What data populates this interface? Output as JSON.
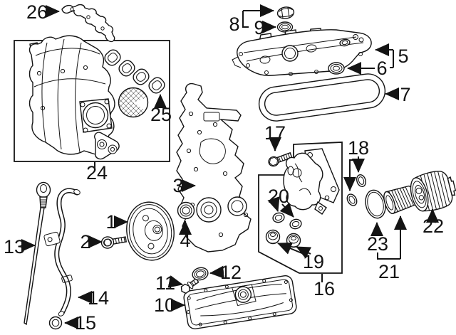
{
  "canvas": {
    "background": "#ffffff",
    "line_color": "#141414"
  },
  "diagram_kind": "engine-parts-exploded-diagram",
  "callouts": [
    {
      "label": "1",
      "name": "crankshaft-pulley"
    },
    {
      "label": "2",
      "name": "pulley-bolt"
    },
    {
      "label": "3",
      "name": "timing-chain-cover"
    },
    {
      "label": "4",
      "name": "crankshaft-front-seal"
    },
    {
      "label": "5",
      "name": "valve-cover"
    },
    {
      "label": "6",
      "name": "valve-cover-grommet"
    },
    {
      "label": "7",
      "name": "valve-cover-gasket"
    },
    {
      "label": "8",
      "name": "oil-filler-cap"
    },
    {
      "label": "9",
      "name": "filler-cap-gasket"
    },
    {
      "label": "10",
      "name": "oil-pan"
    },
    {
      "label": "11",
      "name": "oil-drain-plug"
    },
    {
      "label": "12",
      "name": "drain-plug-gasket"
    },
    {
      "label": "13",
      "name": "oil-level-dipstick"
    },
    {
      "label": "14",
      "name": "dipstick-tube"
    },
    {
      "label": "15",
      "name": "dipstick-tube-o-ring"
    },
    {
      "label": "16",
      "name": "oil-filter-bracket-assembly"
    },
    {
      "label": "17",
      "name": "bracket-bolt"
    },
    {
      "label": "18",
      "name": "bracket-o-rings"
    },
    {
      "label": "19",
      "name": "bracket-plugs"
    },
    {
      "label": "20",
      "name": "bracket-gaskets"
    },
    {
      "label": "21",
      "name": "oil-filter-element"
    },
    {
      "label": "22",
      "name": "oil-filter-cap"
    },
    {
      "label": "23",
      "name": "filter-cap-o-ring"
    },
    {
      "label": "24",
      "name": "intake-manifold"
    },
    {
      "label": "25",
      "name": "intake-manifold-gasket"
    },
    {
      "label": "26",
      "name": "gasket-strip"
    }
  ]
}
